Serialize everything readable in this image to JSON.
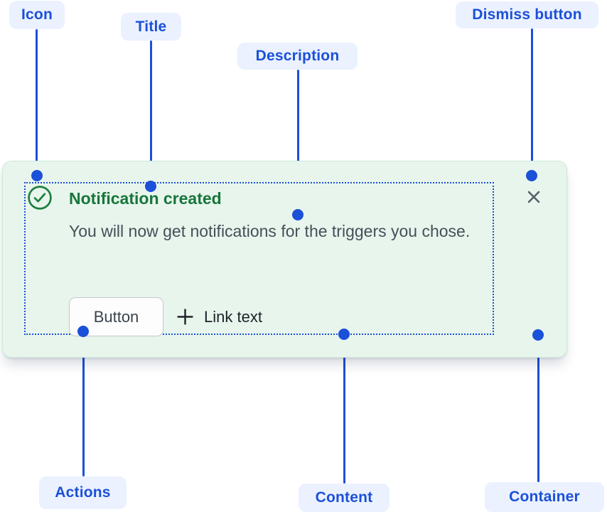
{
  "annotations": {
    "icon": "Icon",
    "title": "Title",
    "description": "Description",
    "dismiss": "Dismiss button",
    "actions": "Actions",
    "content": "Content",
    "container": "Container"
  },
  "flag": {
    "title": "Notification created",
    "description": "You will now get notifications for the triggers you chose.",
    "button_label": "Button",
    "link_label": "Link text",
    "icons": {
      "status": "check-circle-icon",
      "dismiss": "close-icon",
      "link_prefix": "plus-icon"
    }
  },
  "colors": {
    "annotation_blue": "#1B50D8",
    "annotation_pill_bg": "#EBF1FE",
    "card_bg": "#E8F5EC",
    "card_border": "#CDE9D8",
    "success_green_title": "#17763C",
    "success_green_icon": "#1D8040",
    "description_text": "#454F59",
    "dismiss_gray": "#566069",
    "button_bg": "#FCFDFC",
    "button_border": "#C3C9CF",
    "button_text": "#3B434D",
    "link_text": "#1D2127"
  }
}
